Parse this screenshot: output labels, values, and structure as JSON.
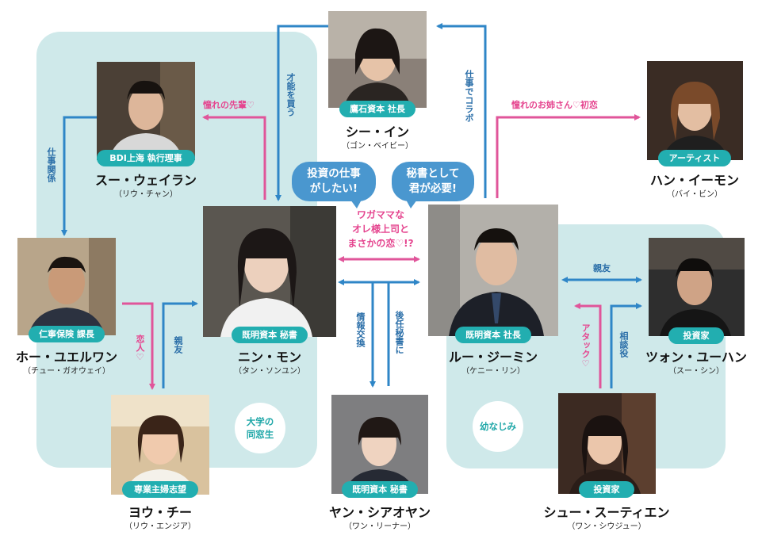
{
  "people": {
    "shiin": {
      "tag": "鷹石資本 社長",
      "name": "シー・イン",
      "sub": "（ゴン・ベイビー）"
    },
    "sue": {
      "tag": "BDI上海 執行理事",
      "name": "スー・ウェイラン",
      "sub": "（リウ・チャン）"
    },
    "han": {
      "tag": "アーティスト",
      "name": "ハン・イーモン",
      "sub": "（バイ・ビン）"
    },
    "ho": {
      "tag": "仁寧保険 課長",
      "name": "ホー・ユエルワン",
      "sub": "（チュー・ガオウェイ）"
    },
    "ning": {
      "tag": "既明資本 秘書",
      "name": "ニン・モン",
      "sub": "（タン・ソンユン）"
    },
    "lu": {
      "tag": "既明資本 社長",
      "name": "ルー・ジーミン",
      "sub": "（ケニー・リン）"
    },
    "twon": {
      "tag": "投資家",
      "name": "ツォン・ユーハン",
      "sub": "（スー・シン）"
    },
    "yo": {
      "tag": "専業主婦志望",
      "name": "ヨウ・チー",
      "sub": "（リウ・エンジア）"
    },
    "yan": {
      "tag": "既明資本 秘書",
      "name": "ヤン・シアオヤン",
      "sub": "（ワン・リーナー）"
    },
    "shu": {
      "tag": "投資家",
      "name": "シュー・スーティエン",
      "sub": "（ワン・シウジュー）"
    }
  },
  "bubbles": {
    "left": "投資の仕事\nがしたい!",
    "right": "秘書として\n君が必要!"
  },
  "center_text": "ワガママな\nオレ様上司と\nまさかの恋♡!?",
  "circles": {
    "univ": "大学の\n同窓生",
    "osana": "幼なじみ"
  },
  "labels": {
    "akogare_senpai": "憧れの先輩♡",
    "akogare_onesan": "憧れのお姉さん♡初恋",
    "sainou": "才能を買う",
    "shigoto_collab": "仕事でコラボ",
    "shigoto_kankei": "仕事関係",
    "koibito": "恋人♡",
    "shinyu_left": "親友",
    "shinyu_right": "親友",
    "joho": "情報交換",
    "gonin": "後任秘書に",
    "attack": "アタック♡",
    "sodan": "相談役"
  },
  "colors": {
    "blue": "#2f86c7",
    "pink": "#e0559a",
    "teal": "#22aeb0",
    "zone": "#cfe9ea",
    "bubble": "#4a97cf"
  }
}
